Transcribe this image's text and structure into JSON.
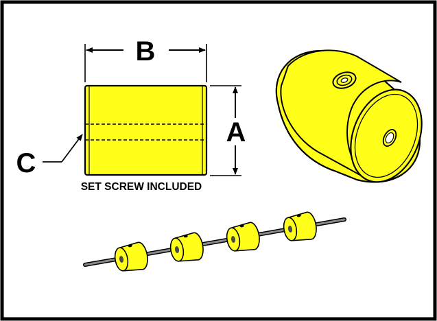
{
  "labels": {
    "dim_b": "B",
    "dim_a": "A",
    "dim_c": "C",
    "caption": "SET SCREW INCLUDED"
  },
  "colors": {
    "collar_yellow": "#ffff1a",
    "frame_black": "#000000",
    "shaft_gray": "#8a8a8a"
  },
  "diagram": {
    "components": [
      "front-view-collar",
      "isometric-collar",
      "shaft-with-collars"
    ],
    "shaft_collar_count": 4
  }
}
